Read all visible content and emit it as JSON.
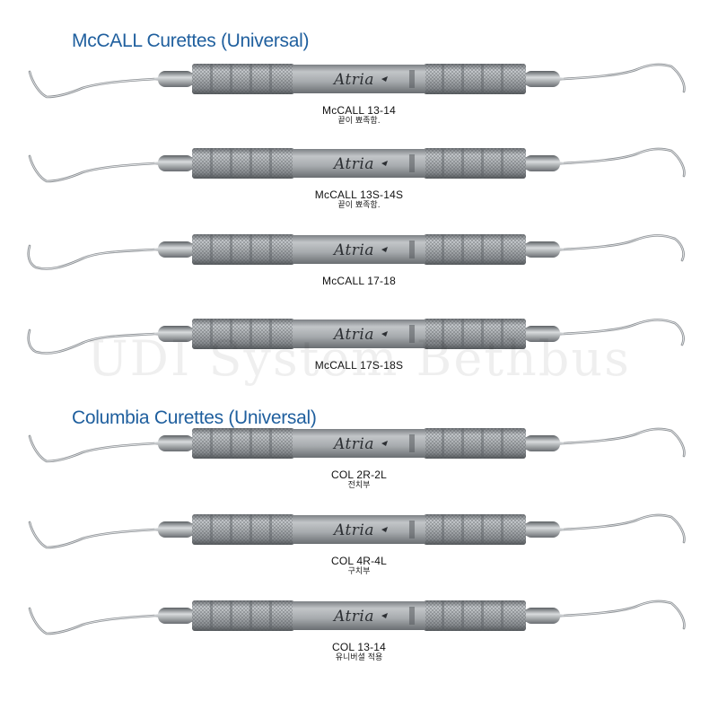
{
  "sections": [
    {
      "title": "McCALL Curettes (Universal)"
    },
    {
      "title": "Columbia Curettes (Universal)"
    }
  ],
  "brand": "Atria",
  "watermark": "UDI System Bethbus",
  "instruments": [
    {
      "model": "McCALL 13-14",
      "note": "끝이 뾰족함.",
      "left_tip": "hook",
      "right_tip": "hook"
    },
    {
      "model": "McCALL 13S-14S",
      "note": "끝이 뾰족함.",
      "left_tip": "hook",
      "right_tip": "hook"
    },
    {
      "model": "McCALL 17-18",
      "note": "",
      "left_tip": "sickle",
      "right_tip": "sickle"
    },
    {
      "model": "McCALL 17S-18S",
      "note": "",
      "left_tip": "sickle",
      "right_tip": "sickle"
    },
    {
      "model": "COL 2R-2L",
      "note": "전치부",
      "left_tip": "hook",
      "right_tip": "hook"
    },
    {
      "model": "COL 4R-4L",
      "note": "구치부",
      "left_tip": "hook",
      "right_tip": "hook"
    },
    {
      "model": "COL 13-14",
      "note": "유니버셜 적용",
      "left_tip": "hook",
      "right_tip": "hook"
    }
  ]
}
